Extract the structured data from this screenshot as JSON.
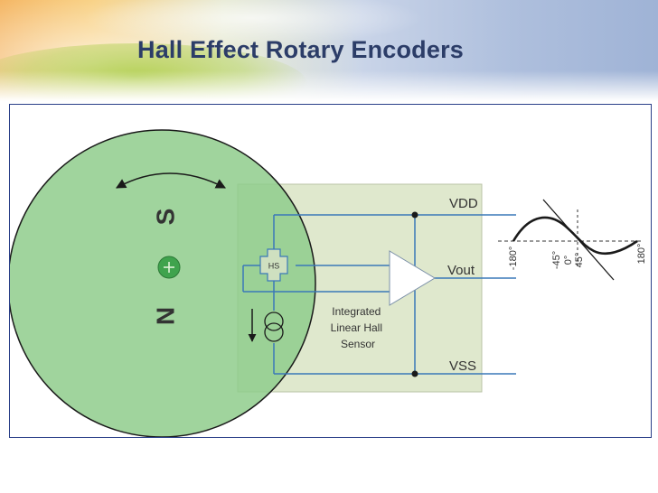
{
  "slide": {
    "title": "Hall Effect Rotary Encoders"
  },
  "diagram": {
    "magnet": {
      "pole_s": "S",
      "pole_n": "N"
    },
    "hall_sensor_label": "HS",
    "chip_label_lines": [
      "Integrated",
      "Linear Hall",
      "Sensor"
    ],
    "pins": {
      "vdd": "VDD",
      "vout": "Vout",
      "vss": "VSS"
    },
    "waveform_angles": [
      "-180°",
      "-45°",
      "0°",
      "45°",
      "180°"
    ],
    "colors": {
      "magnet_fill": "#9fd49b",
      "magnet_outline": "#1a1a1a",
      "chip_fill": "#dfe8cd",
      "wire": "#3a78b8",
      "title": "#2c3d68",
      "frame_border": "#2a3f88"
    }
  }
}
